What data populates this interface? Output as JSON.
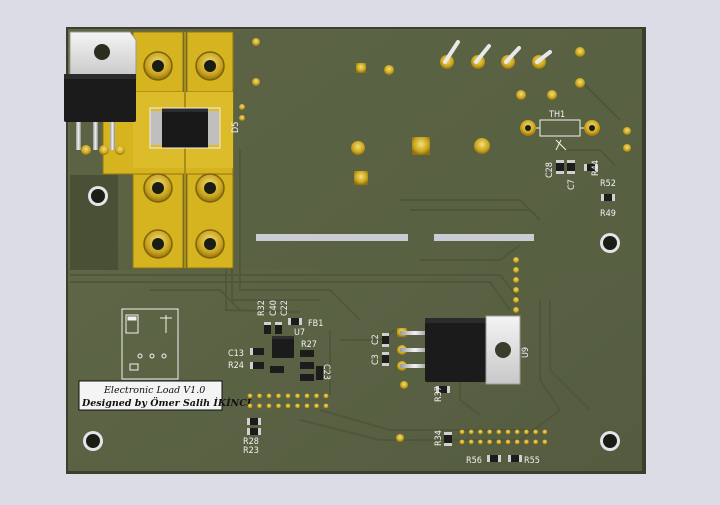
{
  "board": {
    "colors": {
      "background": "#dcdce6",
      "solder_mask": "#5b6244",
      "copper": "#d8b623",
      "silkscreen": "#f2f2f2",
      "hole": "#1a1d14"
    }
  },
  "banner": {
    "line1": "Electronic Load V1.0",
    "line2": "Designed by Ömer Salih İKİNCİ"
  },
  "labels": {
    "d5": "D5",
    "th1": "TH1",
    "c28": "C28",
    "c7": "C7",
    "r44": "R44",
    "r52": "R52",
    "r49": "R49",
    "r32": "R32",
    "c40": "C40",
    "c22": "C22",
    "fb1": "FB1",
    "u7": "U7",
    "r27": "R27",
    "c13": "C13",
    "r24": "R24",
    "c23": "C23",
    "c2": "C2",
    "c3": "C3",
    "u9": "U9",
    "r37": "R37",
    "r28": "R28",
    "r23": "R23",
    "r34": "R34",
    "r56": "R56",
    "r55": "R55"
  }
}
